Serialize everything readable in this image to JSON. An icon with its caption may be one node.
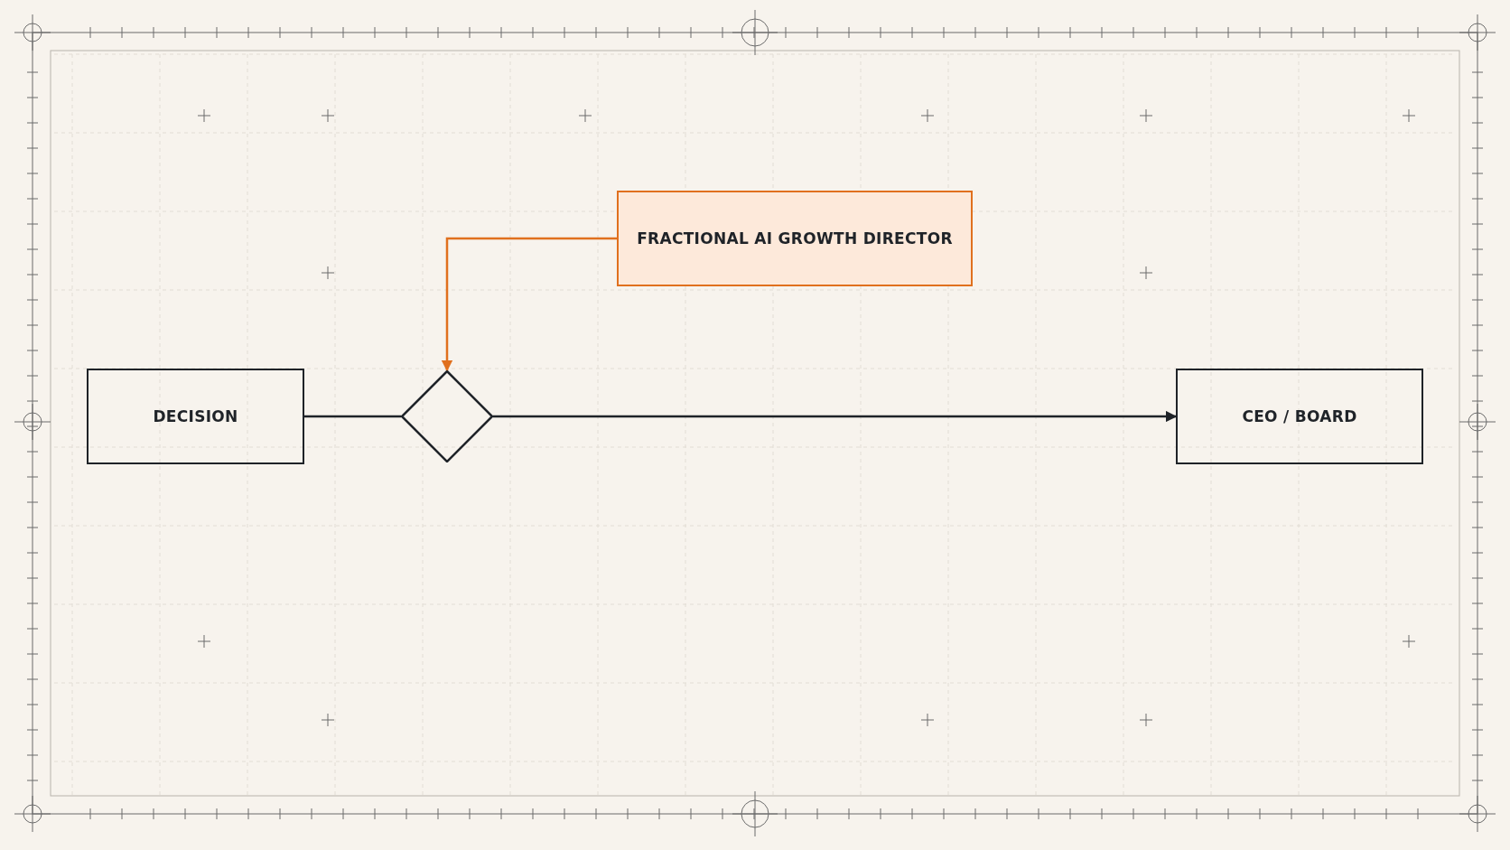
{
  "diagram": {
    "nodes": [
      {
        "text": [
          "FRACTIONAL AI GROWTH DIRECTOR"
        ]
      },
      {
        "text": [
          "DECISION"
        ]
      },
      {
        "text": [],
        "shape": "diamond"
      },
      {
        "text": [
          "CEO / BOARD"
        ]
      }
    ],
    "edges": [
      {
        "from": 1,
        "to": 2,
        "arrow": "none"
      },
      {
        "from": 0,
        "to": 2,
        "arrow": "to",
        "color": "#e0701e"
      },
      {
        "from": 2,
        "to": 3,
        "arrow": "to"
      }
    ]
  }
}
